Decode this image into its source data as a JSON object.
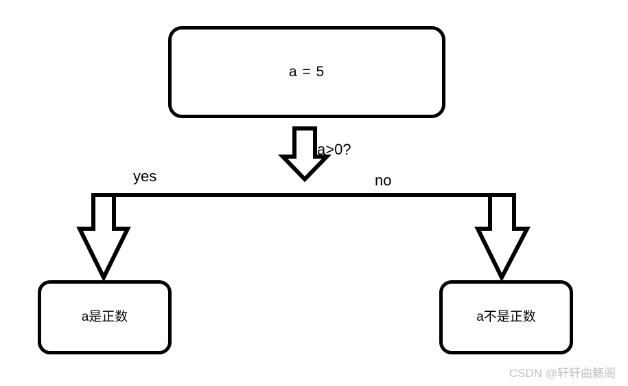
{
  "diagram": {
    "title": "a>0 condition flowchart",
    "stroke_color": "#000000",
    "background_color": "#ffffff",
    "nodes": [
      {
        "id": "start",
        "label": "a = 5",
        "shape": "rounded-rectangle"
      },
      {
        "id": "yes_result",
        "label": "a是正数",
        "shape": "rounded-rectangle"
      },
      {
        "id": "no_result",
        "label": "a不是正数",
        "shape": "rounded-rectangle"
      }
    ],
    "edges": [
      {
        "id": "condition",
        "label": "a>0?",
        "from": "start",
        "to": "branch"
      },
      {
        "id": "yes_branch",
        "label": "yes",
        "from": "branch",
        "to": "yes_result"
      },
      {
        "id": "no_branch",
        "label": "no",
        "from": "branch",
        "to": "no_result"
      }
    ]
  },
  "watermark": {
    "text": "CSDN @轩轩曲觞阁",
    "color": "#c2c2c2"
  }
}
